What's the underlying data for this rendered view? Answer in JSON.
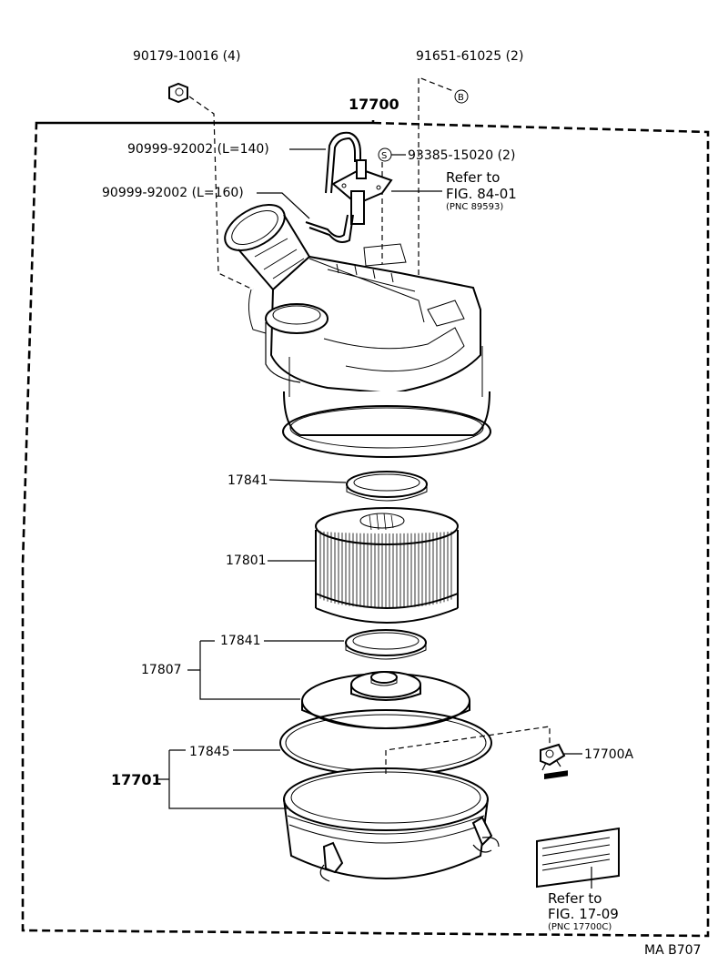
{
  "labels": {
    "p90179": "90179-10016 (4)",
    "p91651": "91651-61025 (2)",
    "circle_b": "B",
    "p17700": "17700",
    "p90999_140": "90999-92002 (L=140)",
    "circle_s": "S",
    "p93385": "93385-15020 (2)",
    "refer1_a": "Refer to",
    "refer1_b": "FIG. 84-01",
    "refer1_c": "(PNC 89593)",
    "p90999_160": "90999-92002 (L=160)",
    "p17841_top": "17841",
    "p17801": "17801",
    "p17841_mid": "17841",
    "p17807": "17807",
    "p17845": "17845",
    "p17701": "17701",
    "p17700A": "17700A",
    "refer2_a": "Refer to",
    "refer2_b": "FIG. 17-09",
    "refer2_c": "(PNC 17700C)",
    "code": "MA B707"
  }
}
